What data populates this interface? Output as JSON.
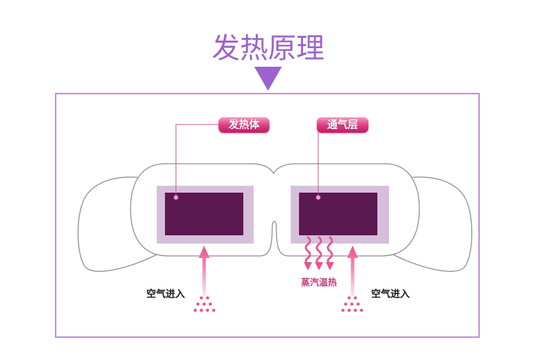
{
  "title": "发热原理",
  "labels": {
    "heating_body": "发热体",
    "vent_layer": "通气层",
    "air_in_left": "空气进入",
    "air_in_right": "空气进入",
    "steam": "蒸汽温热"
  },
  "colors": {
    "title": "#9d62cf",
    "frame": "#b690d6",
    "outline": "#8c8c8c",
    "pad_core": "#5c1850",
    "pad_border": "#d6bfdb",
    "connector": "#d24b8a",
    "tag": "#dc3a80",
    "arrow": "#e8558f",
    "steam_text": "#c23a7e"
  }
}
